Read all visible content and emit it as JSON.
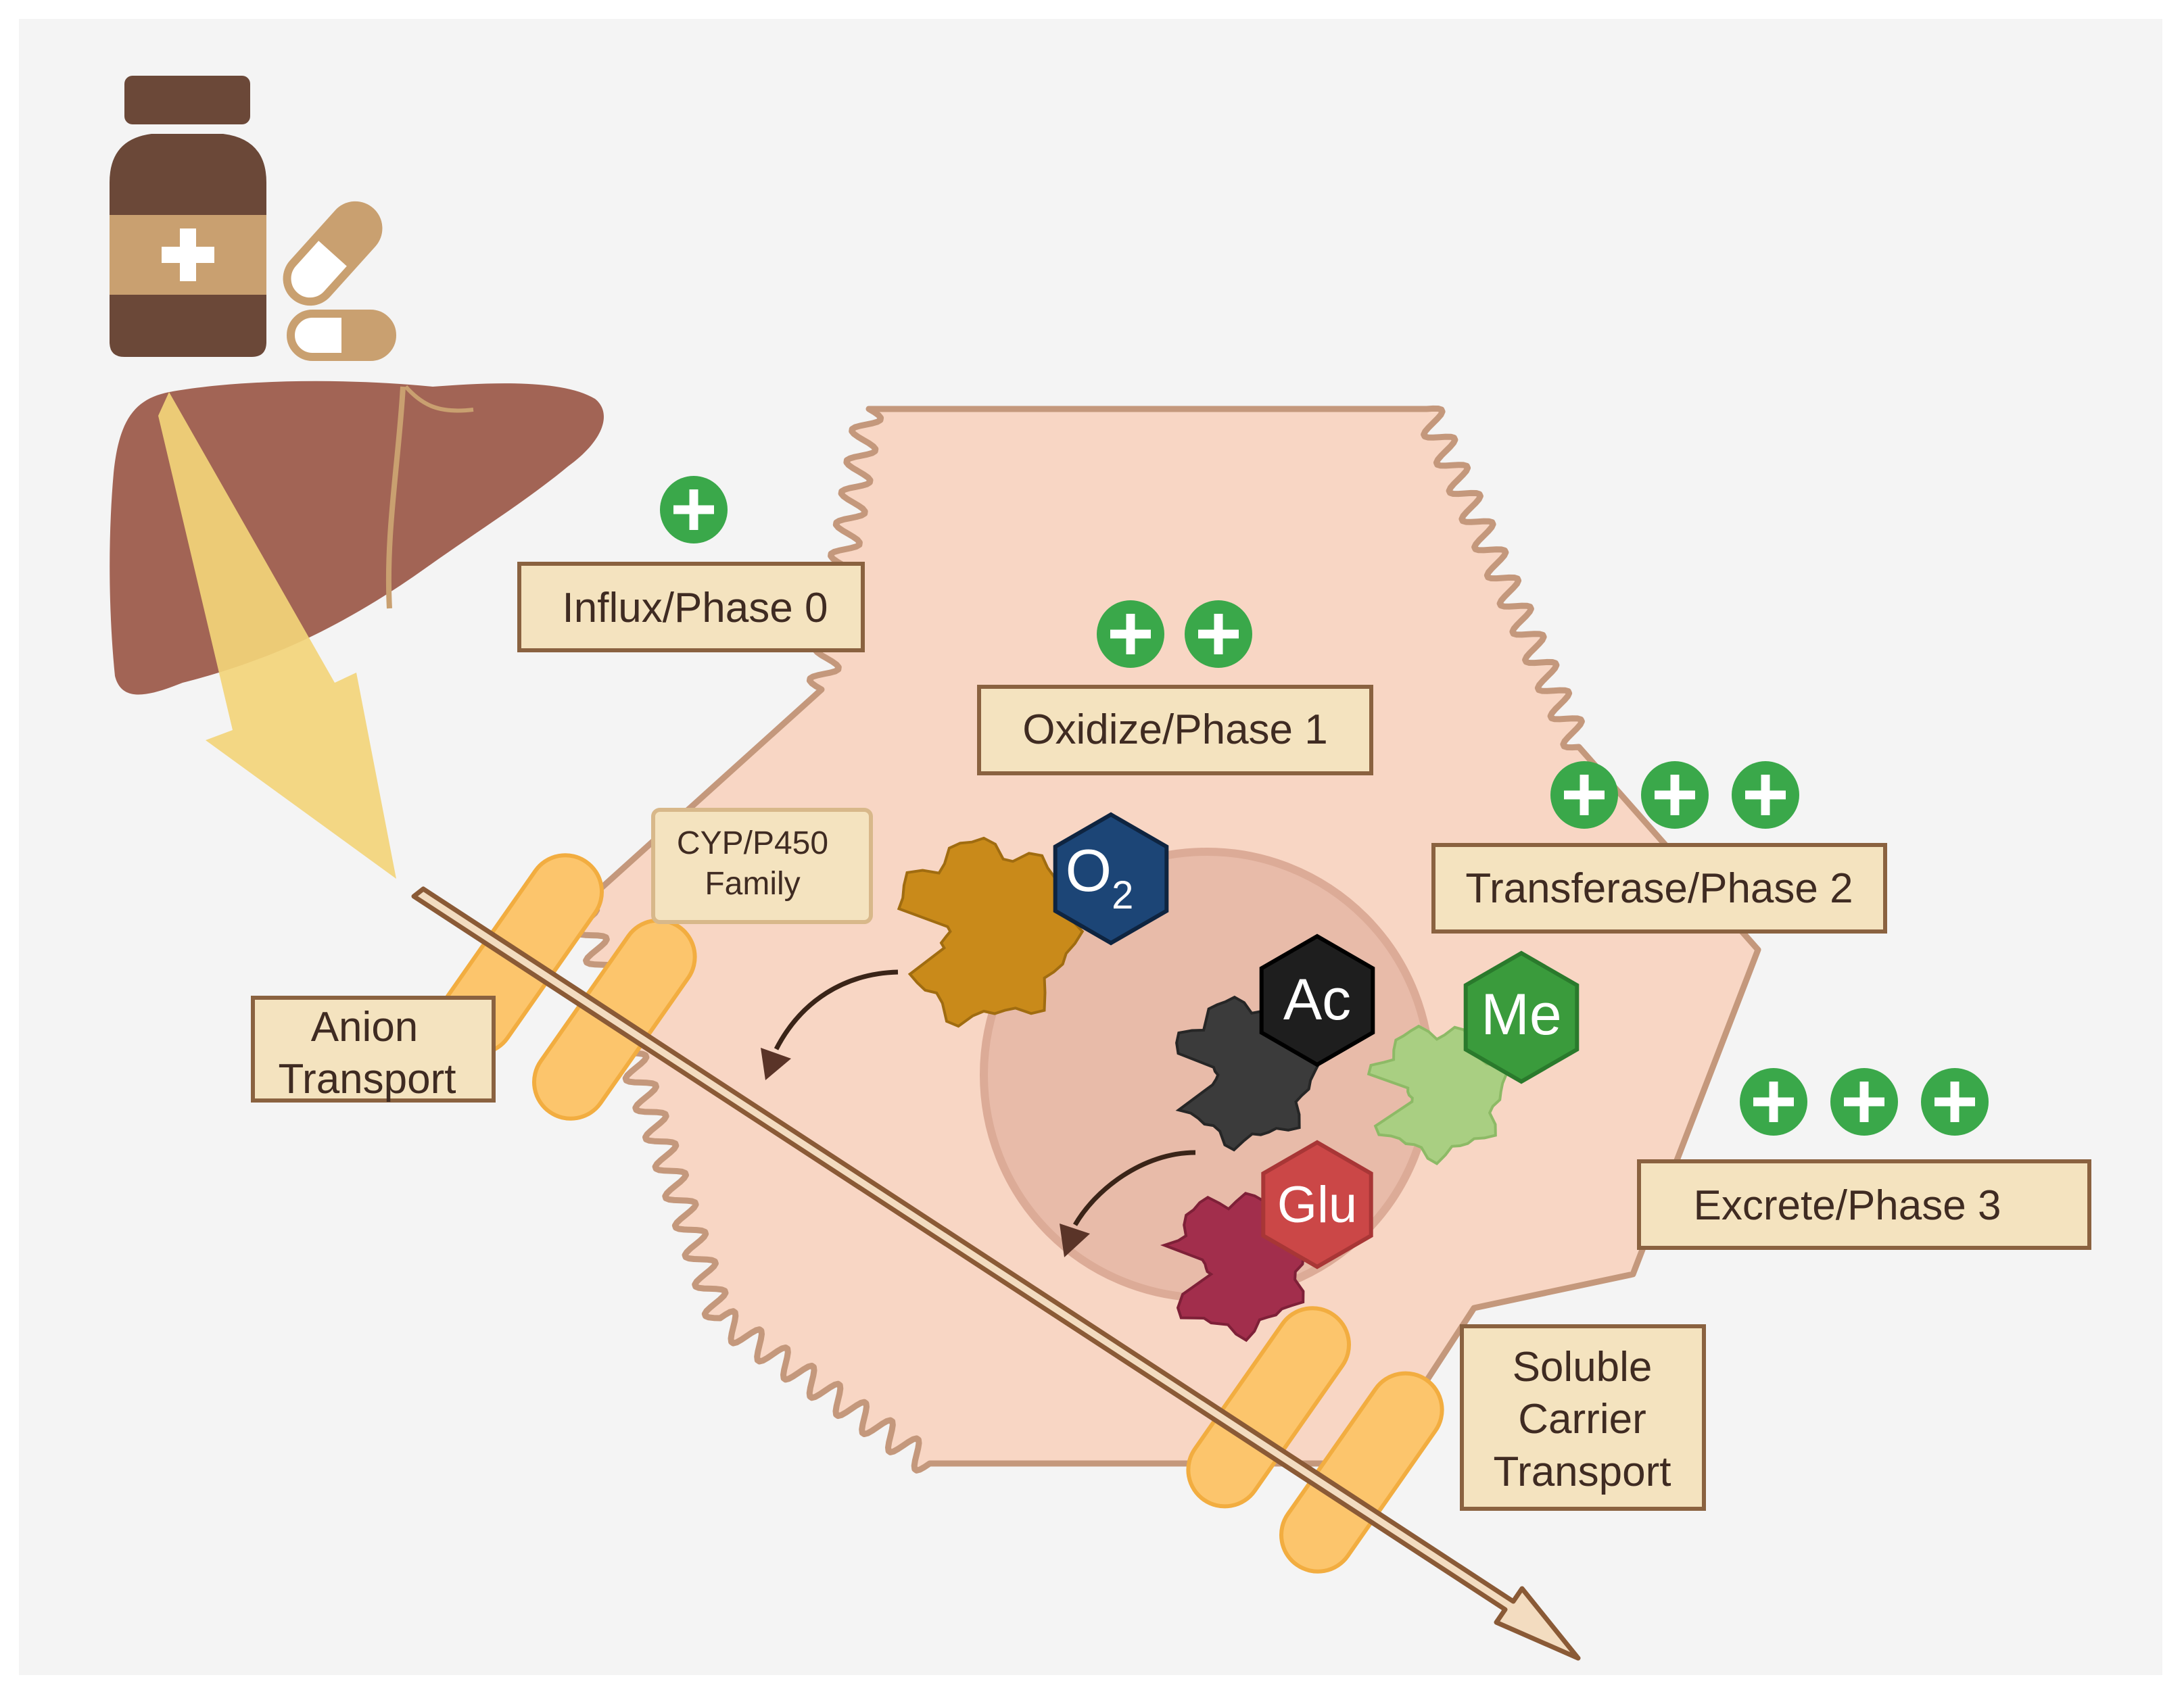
{
  "diagram": {
    "labels": {
      "phase0": "Influx/Phase 0",
      "phase1": "Oxidize/Phase 1",
      "phase2": "Transferase/Phase 2",
      "phase3": "Excrete/Phase 3",
      "cyp_line1": "CYP/P450",
      "cyp_line2": "Family",
      "anion_line1": "Anion",
      "anion_line2": "Transport",
      "slc_line1": "Soluble",
      "slc_line2": "Carrier",
      "slc_line3": "Transport"
    },
    "plus_counts": {
      "phase0": 1,
      "phase1": 2,
      "phase2": 3,
      "phase3": 3
    },
    "badges": {
      "oxygen": {
        "base": "O",
        "subscript": "2"
      },
      "acetyl": "Ac",
      "methyl": "Me",
      "glucuronide": "Glu"
    },
    "icons": {
      "medicine_bottle": "medicine-bottle-icon",
      "capsule": "capsule-icon",
      "liver": "liver-icon",
      "plus": "plus-circle-icon"
    },
    "colors": {
      "background": "#f4f4f4",
      "cell": "#f8d6c4",
      "cell_outline": "#c4987c",
      "nucleus": "#e8bba9",
      "label_box": "#f4e3bf",
      "label_border": "#8a6240",
      "plus_green": "#3aa84a",
      "oxygen_badge": "#1c4576",
      "acetyl_badge": "#1e1e1e",
      "methyl_badge": "#3a9b3c",
      "glu_badge": "#cb4747",
      "enzyme_orange": "#c98a1a",
      "enzyme_black": "#3b3b3b",
      "enzyme_green": "#a9cf82",
      "enzyme_red": "#a22e4c",
      "transporter": "#fcc56c",
      "liver": "#a26455",
      "bottle": "#6b4838",
      "bottle_label": "#c9a070",
      "arrow_yellow": "#f2d47a",
      "arrow_stick": "#f3dcc0"
    }
  }
}
